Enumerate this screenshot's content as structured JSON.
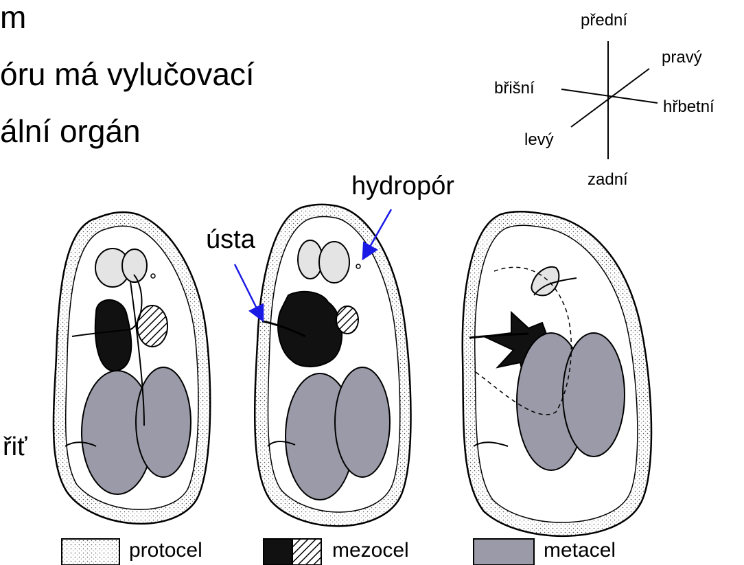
{
  "title_lines": [
    "m",
    "óru má vylučovací",
    "ální orgán"
  ],
  "orientation": {
    "anterior": "přední",
    "right": "pravý",
    "ventral": "břišní",
    "dorsal": "hřbetní",
    "left": "levý",
    "posterior": "zadní"
  },
  "callouts": {
    "hydropore": "hydropór",
    "mouth": "ústa",
    "anus": "řiť"
  },
  "legend": [
    {
      "label": "protocel",
      "color": "#e4e4e4"
    },
    {
      "label": "mezocel",
      "color": "#111111"
    },
    {
      "label": "metacel",
      "color": "#9a9aa8"
    }
  ],
  "colors": {
    "arrow": "#1a1ae6",
    "outline": "#000000"
  }
}
